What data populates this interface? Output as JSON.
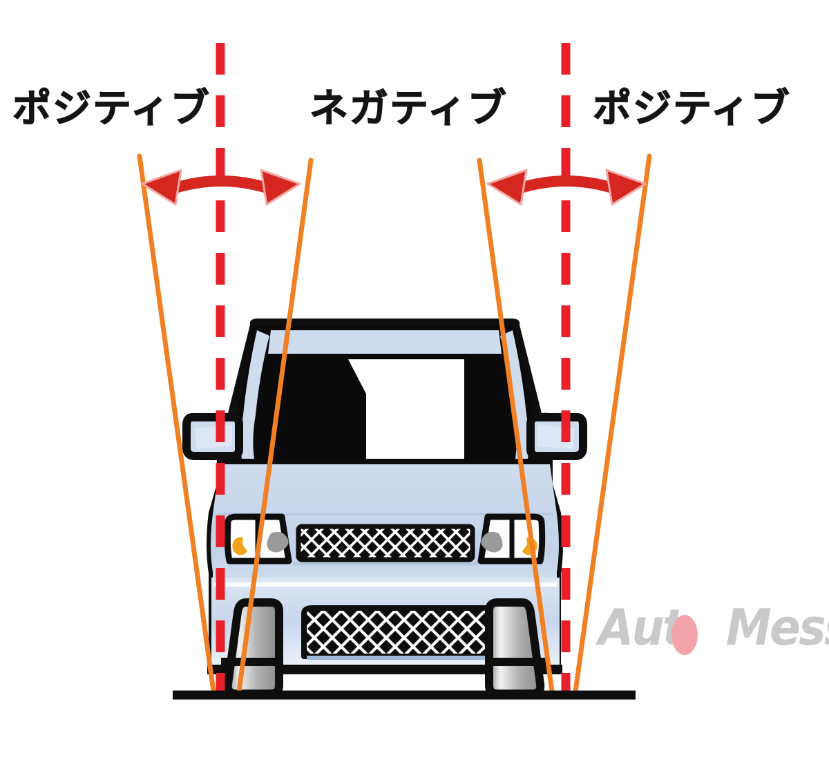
{
  "diagram": {
    "title_labels": {
      "positive_left": "ポジティブ",
      "negative_center": "ネガティブ",
      "positive_right": "ポジティブ"
    },
    "colors": {
      "dashed_reference_line": "#e8202a",
      "arrow": "#d5271f",
      "camber_line": "#ef8023",
      "body": "#c6d5ea",
      "outline": "#101010",
      "glass": "#0a0a0a",
      "tire": "#9b9b9b",
      "turn_signal": "#efa51c",
      "headlight_bulb": "#9a9a9a",
      "watermark_text": "#c9c9c9",
      "watermark_dot": "#f3a4ab"
    },
    "elements": {
      "dashed_line_label": "vertical reference line",
      "arrow_label": "camber angle double arrow",
      "camber_line_label": "wheel camber axis",
      "ground_line_label": "ground line",
      "vehicle_label": "kei car front view illustration"
    }
  },
  "watermark": {
    "text_before_dot": "Aut",
    "text_after_dot": " Messe Web",
    "full": "Auto Messe Web"
  }
}
